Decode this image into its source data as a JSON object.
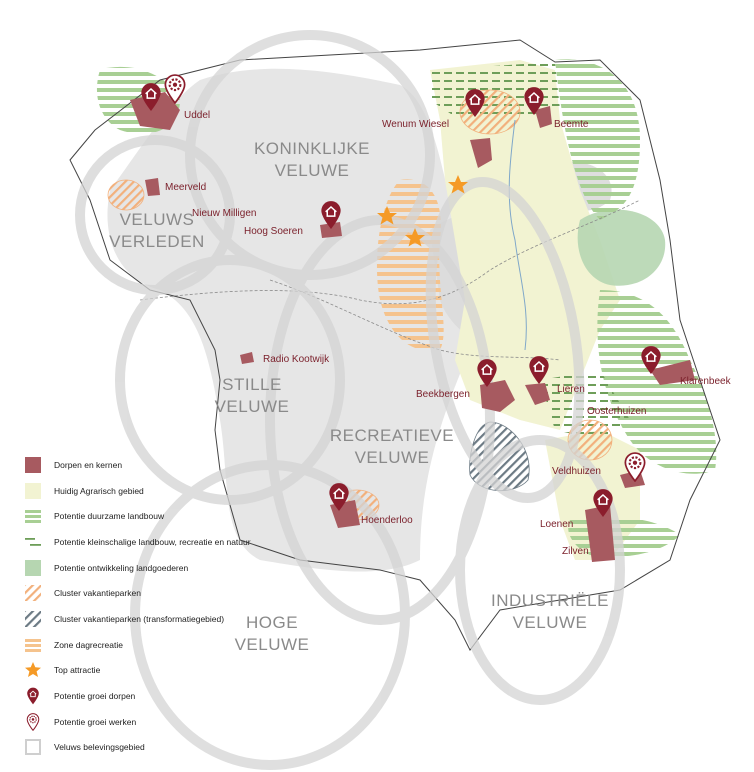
{
  "colors": {
    "village": "#a75a60",
    "agricultural": "#f2f3d2",
    "sustainable_agri": "#a8cf94",
    "small_scale_agri": "#6e9e59",
    "estates": "#b6d6b1",
    "holiday_park": "#f2b07c",
    "holiday_park_transform": "#6c7a84",
    "day_recreation": "#f5c38d",
    "star": "#f59a26",
    "pin": "#8b1d2c",
    "zone_outline": "#cfcfcf"
  },
  "zones": [
    {
      "id": "koninklijke",
      "line1": "KONINKLIJKE",
      "line2": "VELUWE"
    },
    {
      "id": "verleden",
      "line1": "VELUWS",
      "line2": "VERLEDEN"
    },
    {
      "id": "stille",
      "line1": "STILLE",
      "line2": "VELUWE"
    },
    {
      "id": "recreatieve",
      "line1": "RECREATIEVE",
      "line2": "VELUWE"
    },
    {
      "id": "hoge",
      "line1": "HOGE",
      "line2": "VELUWE"
    },
    {
      "id": "industriele",
      "line1": "INDUSTRIËLE",
      "line2": "VELUWE"
    }
  ],
  "places": [
    {
      "id": "uddel",
      "name": "Uddel"
    },
    {
      "id": "wenum",
      "name": "Wenum Wiesel"
    },
    {
      "id": "beemte",
      "name": "Beemte"
    },
    {
      "id": "meerveld",
      "name": "Meerveld"
    },
    {
      "id": "nieuw-milligen",
      "name": "Nieuw Milligen"
    },
    {
      "id": "hoog-soeren",
      "name": "Hoog Soeren"
    },
    {
      "id": "radio-kootwijk",
      "name": "Radio Kootwijk"
    },
    {
      "id": "beekbergen",
      "name": "Beekbergen"
    },
    {
      "id": "lieren",
      "name": "Lieren"
    },
    {
      "id": "klarenbeek",
      "name": "Klarenbeek"
    },
    {
      "id": "oosterhuizen",
      "name": "Oosterhuizen"
    },
    {
      "id": "veldhuizen",
      "name": "Veldhuizen"
    },
    {
      "id": "hoenderloo",
      "name": "Hoenderloo"
    },
    {
      "id": "loenen",
      "name": "Loenen"
    },
    {
      "id": "zilven",
      "name": "Zilven"
    }
  ],
  "legend": [
    {
      "id": "villages",
      "label": "Dorpen en kernen",
      "symbol": "village-swatch"
    },
    {
      "id": "agri",
      "label": "Huidig Agrarisch gebied",
      "symbol": "agricultural-swatch"
    },
    {
      "id": "sust",
      "label": "Potentie duurzame landbouw",
      "symbol": "sustainable-agriculture-hatch"
    },
    {
      "id": "small",
      "label": "Potentie kleinschalige landbouw, recreatie en natuur",
      "symbol": "small-scale-agriculture-hatch"
    },
    {
      "id": "estates",
      "label": "Potentie ontwikkeling landgoederen",
      "symbol": "estates-swatch"
    },
    {
      "id": "parks",
      "label": "Cluster vakantieparken",
      "symbol": "holiday-park-hatch"
    },
    {
      "id": "parks-t",
      "label": "Cluster vakantieparken (transformatiegebied)",
      "symbol": "holiday-park-transformation-hatch"
    },
    {
      "id": "dayrec",
      "label": "Zone dagrecreatie",
      "symbol": "day-recreation-hatch"
    },
    {
      "id": "top",
      "label": "Top attractie",
      "symbol": "star-icon"
    },
    {
      "id": "grow-v",
      "label": "Potentie groei dorpen",
      "symbol": "house-pin-icon"
    },
    {
      "id": "grow-w",
      "label": "Potentie groei werken",
      "symbol": "work-pin-icon"
    },
    {
      "id": "exp",
      "label": "Veluws belevingsgebied",
      "symbol": "experience-area-swatch"
    }
  ]
}
